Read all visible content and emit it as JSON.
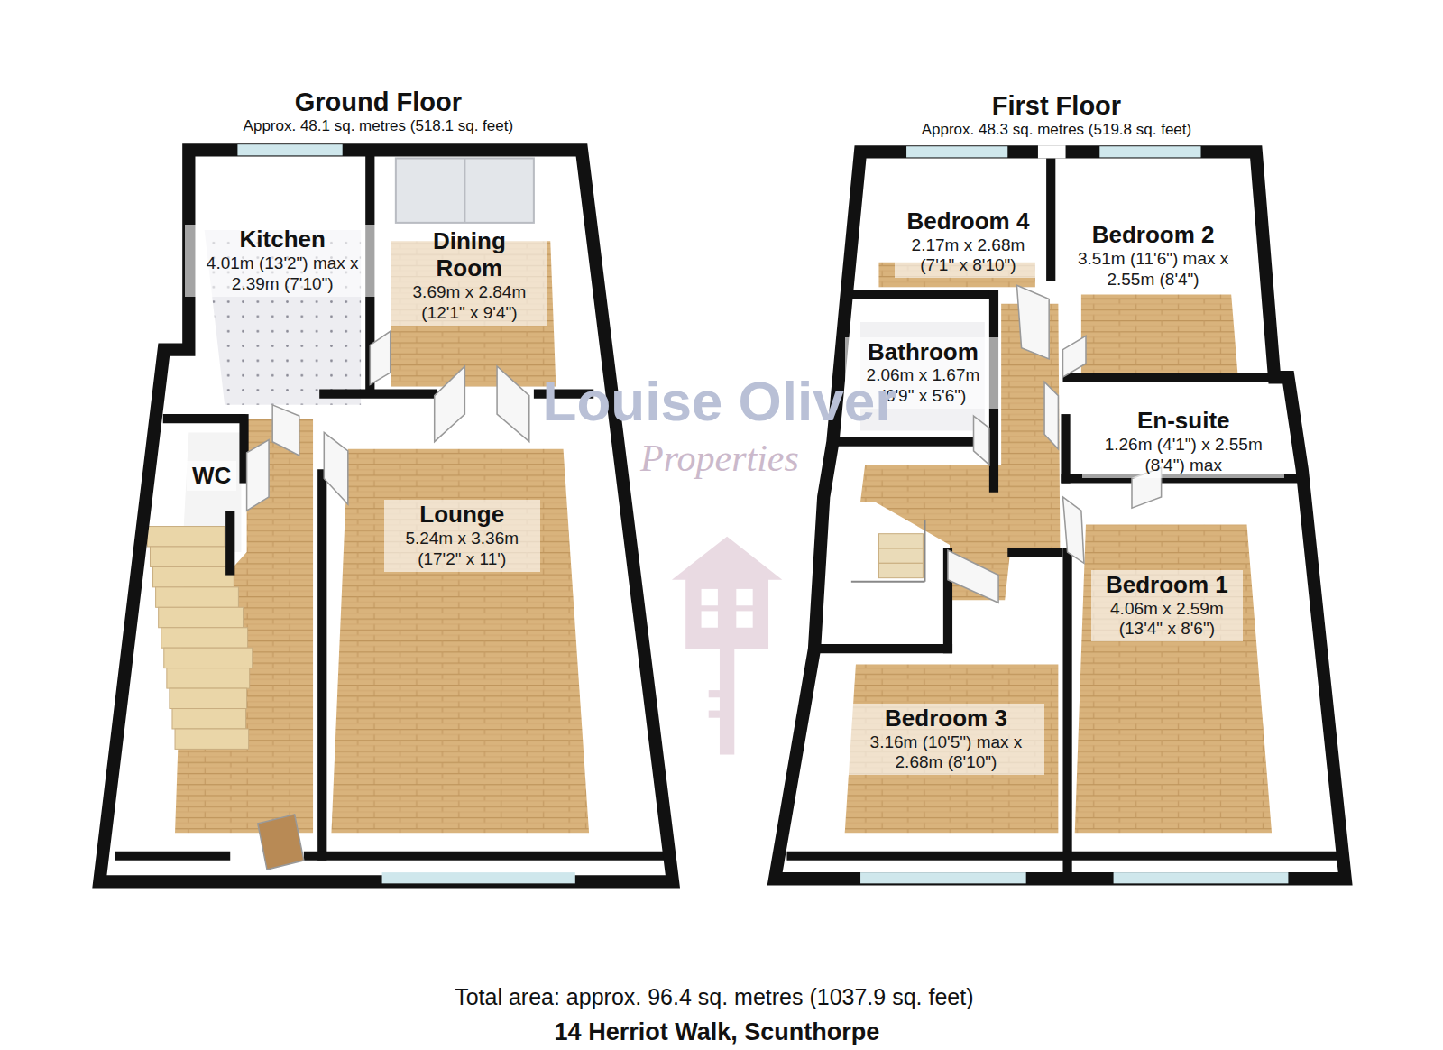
{
  "diagram": {
    "title": "14 Herriot Walk, Scunthorpe",
    "caption": "Total area: approx. 96.4 sq. metres (1037.9 sq. feet)",
    "nodes": [
      {
        "text": [
          "Ground Floor",
          "Approx. 48.1 sq. metres (518.1 sq. feet)"
        ]
      },
      {
        "text": [
          "Kitchen",
          "4.01m (13'2\") max x 2.39m (7'10\")"
        ],
        "in": 0
      },
      {
        "text": [
          "Dining Room",
          "3.69m x 2.84m (12'1\" x 9'4\")"
        ],
        "in": 0
      },
      {
        "text": [
          "WC"
        ],
        "in": 0
      },
      {
        "text": [
          "Lounge",
          "5.24m x 3.36m (17'2\" x 11')"
        ],
        "in": 0
      },
      {
        "text": [
          "First Floor",
          "Approx. 48.3 sq. metres (519.8 sq. feet)"
        ]
      },
      {
        "text": [
          "Bedroom 4",
          "2.17m x 2.68m (7'1\" x 8'10\")"
        ],
        "in": 5
      },
      {
        "text": [
          "Bedroom 2",
          "3.51m (11'6\") max x 2.55m (8'4\")"
        ],
        "in": 5
      },
      {
        "text": [
          "Bathroom",
          "2.06m x 1.67m (6'9\" x 5'6\")"
        ],
        "in": 5
      },
      {
        "text": [
          "En-suite",
          "1.26m (4'1\") x 2.55m (8'4\") max"
        ],
        "in": 5
      },
      {
        "text": [
          "Bedroom 1",
          "4.06m x 2.59m (13'4\" x 8'6\")"
        ],
        "in": 5
      },
      {
        "text": [
          "Bedroom 3",
          "3.16m (10'5\") max x 2.68m (8'10\")"
        ],
        "in": 5
      }
    ],
    "labels": [
      "Louise Oliver",
      "Properties"
    ]
  }
}
